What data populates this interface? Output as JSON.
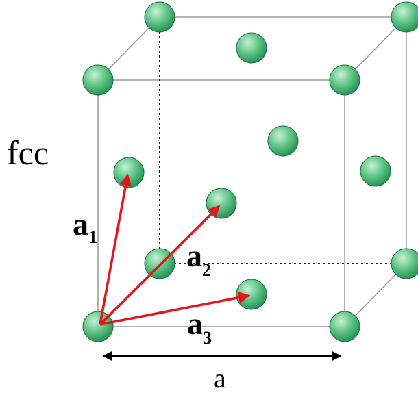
{
  "structure_label": "fcc",
  "lattice_constant_label": "a",
  "vectors": [
    {
      "symbol": "a",
      "subscript": "1"
    },
    {
      "symbol": "a",
      "subscript": "2"
    },
    {
      "symbol": "a",
      "subscript": "3"
    }
  ],
  "colors": {
    "atom_light": "#c9f0d4",
    "atom_mid": "#66c98c",
    "atom_dark": "#1a8a4a",
    "atom_outline": "#1f6e3f",
    "edge": "#9a9a9a",
    "vector_arrow": "#e8141c",
    "dimension_arrow": "#000000"
  },
  "atom_shading": "green spheres"
}
